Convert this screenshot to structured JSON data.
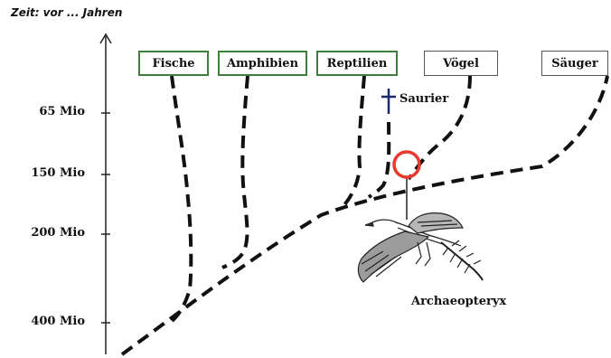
{
  "axis": {
    "title": "Zeit: vor ... Jahren",
    "ticks": [
      "65 Mio",
      "150 Mio",
      "200 Mio",
      "400 Mio"
    ]
  },
  "groups": [
    "Fische",
    "Amphibien",
    "Reptilien",
    "Vögel",
    "Säuger"
  ],
  "extinct_label": "Saurier",
  "fossil_label": "Archaeopteryx",
  "colors": {
    "green_box_border": "#3f7f3a",
    "marker_ring": "#e8392f",
    "lines": "#111111"
  }
}
